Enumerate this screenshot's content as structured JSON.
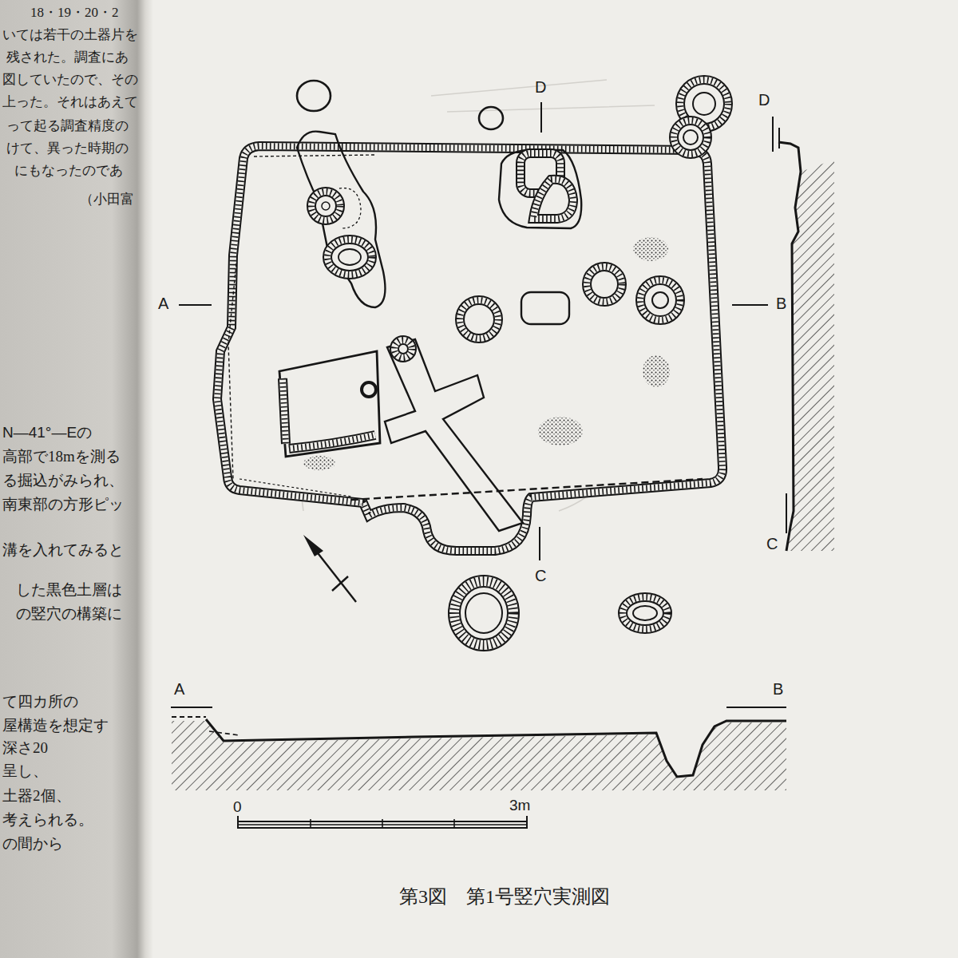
{
  "diagram": {
    "caption": "第3図　第1号竪穴実測図",
    "labels": [
      "18・19・20・2",
      "いては若干の土器片を",
      "残された。調査にあ",
      "図していたので、その",
      "上った。それはあえて",
      "って起る調査精度の",
      "けて、異った時期の",
      "にもなったのであ",
      "（小田富",
      "N—41°—Eの",
      "高部で18mを測る",
      "る掘込がみられ、",
      "南東部の方形ピッ",
      "溝を入れてみると",
      "した黒色土層は",
      "の竪穴の構築に",
      "て四カ所の",
      "屋構造を想定す",
      "深さ20",
      "呈し、",
      "土器2個、",
      "考えられる。",
      "の間から",
      "A",
      "B",
      "D",
      "C",
      "D",
      "C",
      "A",
      "B",
      "0",
      "3m"
    ]
  }
}
